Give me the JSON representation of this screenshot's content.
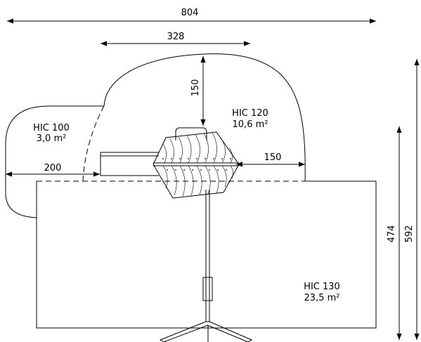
{
  "dimensions": {
    "total_width": "804",
    "top_width": "328",
    "vertical_offset": "150",
    "right_offset": "150",
    "left_offset": "200",
    "inner_height": "474",
    "total_height": "592"
  },
  "zones": {
    "hic100": {
      "name": "HIC 100",
      "area": "3,0 m²"
    },
    "hic120": {
      "name": "HIC 120",
      "area": "10,6 m²"
    },
    "hic130": {
      "name": "HIC 130",
      "area": "23,5 m²"
    }
  },
  "colors": {
    "line": "#000000",
    "background": "#ffffff"
  }
}
